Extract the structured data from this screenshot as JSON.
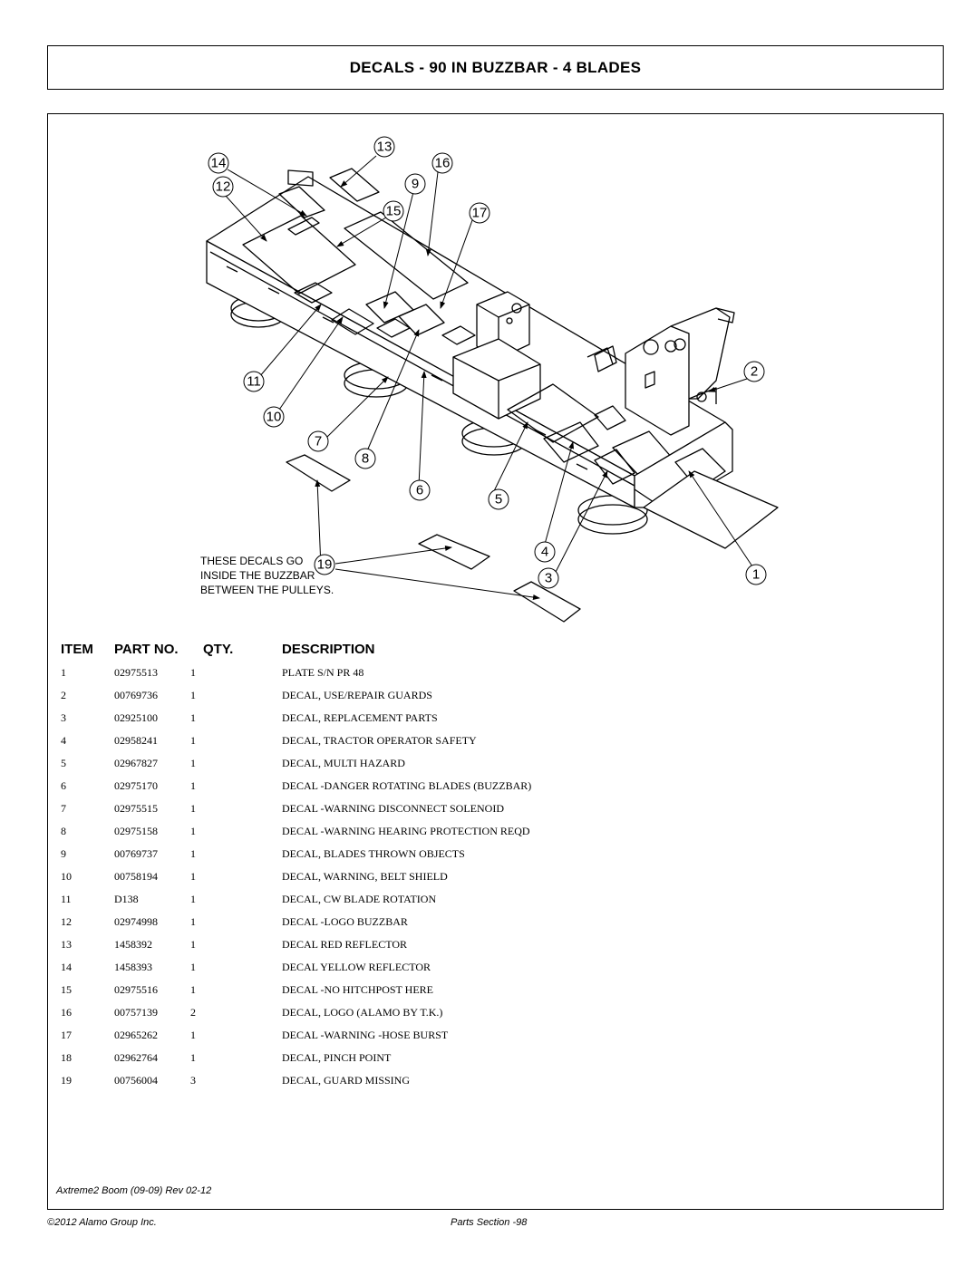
{
  "title": "DECALS - 90 IN BUZZBAR - 4 BLADES",
  "diagram": {
    "callouts": [
      "1",
      "2",
      "3",
      "4",
      "5",
      "6",
      "7",
      "8",
      "9",
      "10",
      "11",
      "12",
      "13",
      "14",
      "15",
      "16",
      "17",
      "19"
    ],
    "note_lines": [
      "THESE DECALS GO",
      "INSIDE THE BUZZBAR",
      "BETWEEN THE PULLEYS."
    ]
  },
  "table": {
    "headers": {
      "item": "ITEM",
      "part": "PART NO.",
      "qty": "QTY.",
      "desc": "DESCRIPTION"
    },
    "rows": [
      {
        "item": "1",
        "part": "02975513",
        "qty": "1",
        "desc": "PLATE S/N PR 48"
      },
      {
        "item": "2",
        "part": "00769736",
        "qty": "1",
        "desc": "DECAL, USE/REPAIR GUARDS"
      },
      {
        "item": "3",
        "part": "02925100",
        "qty": "1",
        "desc": "DECAL, REPLACEMENT PARTS"
      },
      {
        "item": "4",
        "part": "02958241",
        "qty": "1",
        "desc": "DECAL, TRACTOR OPERATOR SAFETY"
      },
      {
        "item": "5",
        "part": "02967827",
        "qty": "1",
        "desc": "DECAL, MULTI HAZARD"
      },
      {
        "item": "6",
        "part": "02975170",
        "qty": "1",
        "desc": "DECAL -DANGER ROTATING BLADES (BUZZBAR)"
      },
      {
        "item": "7",
        "part": "02975515",
        "qty": "1",
        "desc": "DECAL -WARNING DISCONNECT SOLENOID"
      },
      {
        "item": "8",
        "part": "02975158",
        "qty": "1",
        "desc": "DECAL -WARNING HEARING PROTECTION REQD"
      },
      {
        "item": "9",
        "part": "00769737",
        "qty": "1",
        "desc": "DECAL, BLADES THROWN OBJECTS"
      },
      {
        "item": "10",
        "part": "00758194",
        "qty": "1",
        "desc": "DECAL, WARNING, BELT SHIELD"
      },
      {
        "item": "11",
        "part": "D138",
        "qty": "1",
        "desc": "DECAL, CW BLADE ROTATION"
      },
      {
        "item": "12",
        "part": "02974998",
        "qty": "1",
        "desc": "DECAL -LOGO BUZZBAR"
      },
      {
        "item": "13",
        "part": "1458392",
        "qty": "1",
        "desc": "DECAL RED REFLECTOR"
      },
      {
        "item": "14",
        "part": "1458393",
        "qty": "1",
        "desc": "DECAL YELLOW REFLECTOR"
      },
      {
        "item": "15",
        "part": "02975516",
        "qty": "1",
        "desc": "DECAL -NO HITCHPOST HERE"
      },
      {
        "item": "16",
        "part": "00757139",
        "qty": "2",
        "desc": "DECAL, LOGO (ALAMO BY T.K.)"
      },
      {
        "item": "17",
        "part": "02965262",
        "qty": "1",
        "desc": "DECAL -WARNING -HOSE BURST"
      },
      {
        "item": "18",
        "part": "02962764",
        "qty": "1",
        "desc": "DECAL, PINCH POINT"
      },
      {
        "item": "19",
        "part": "00756004",
        "qty": "3",
        "desc": "DECAL, GUARD MISSING"
      }
    ]
  },
  "revision": "Axtreme2 Boom (09-09) Rev 02-12",
  "footer": {
    "copyright": "©2012 Alamo Group Inc.",
    "section": "Parts Section -98"
  }
}
